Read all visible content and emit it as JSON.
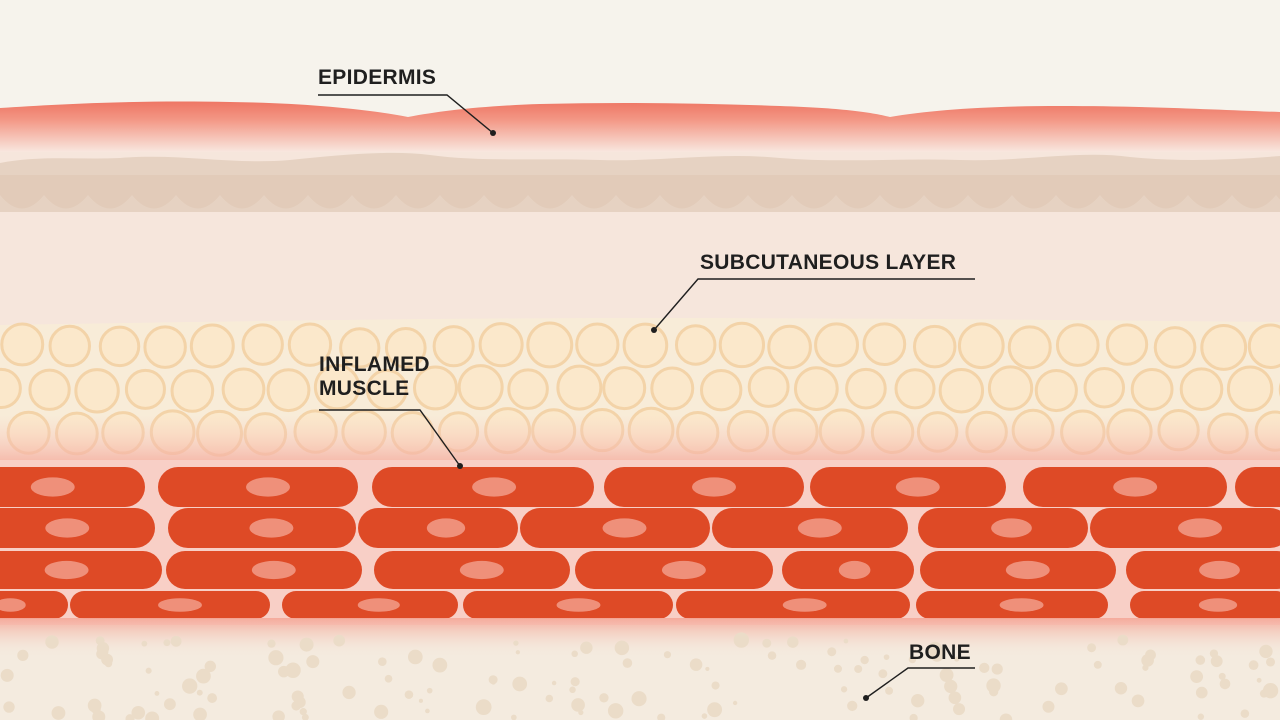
{
  "labels": {
    "epidermis": "EPIDERMIS",
    "subcutaneous": "SUBCUTANEOUS LAYER",
    "muscle": "INFLAMED\nMUSCLE",
    "bone": "BONE"
  },
  "colors": {
    "background": "#f6f3ec",
    "epidermis": "#ef7f6c",
    "dermis": "#f6e6dc",
    "papillary": "#e2cbb9",
    "fat_cell": "#fbe8cb",
    "fat_cell_edge": "#f3d3a8",
    "muscle_cell": "#de4a26",
    "muscle_nucleus": "#ef907a",
    "inflammation": "#f8cfc6",
    "bone": "#f4ebdf",
    "bone_spot": "#ebdcc8",
    "leader_line": "#1f1f1f"
  }
}
